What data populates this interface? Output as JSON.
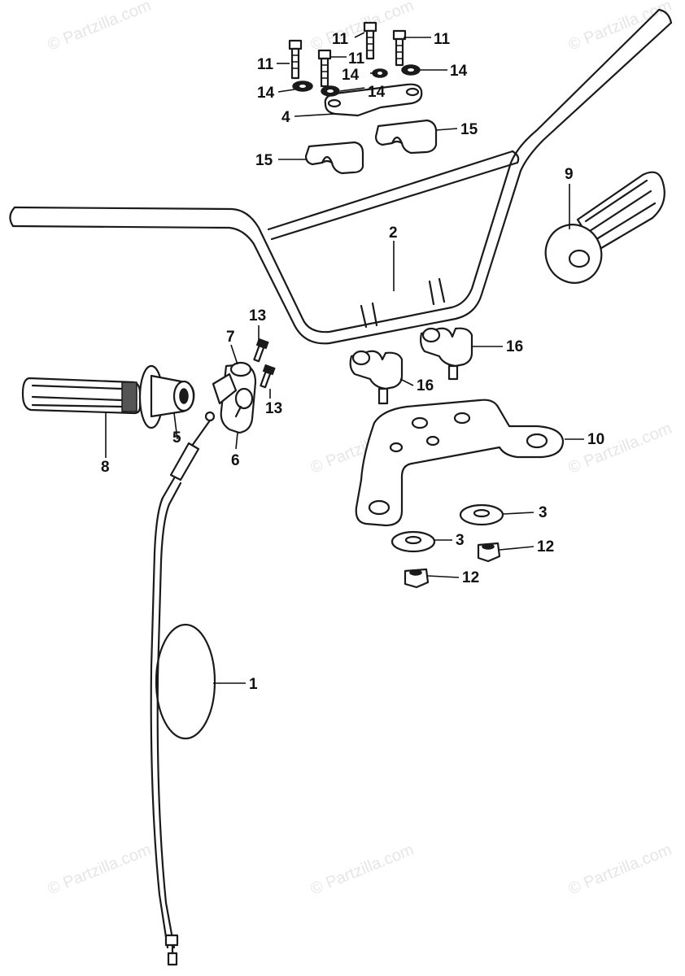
{
  "watermark_text": "© Partzilla.com",
  "callouts": {
    "c1": "1",
    "c2": "2",
    "c3a": "3",
    "c3b": "3",
    "c4": "4",
    "c5": "5",
    "c6": "6",
    "c7": "7",
    "c8": "8",
    "c9": "9",
    "c10": "10",
    "c11a": "11",
    "c11b": "11",
    "c11c": "11",
    "c11d": "11",
    "c12a": "12",
    "c12b": "12",
    "c13a": "13",
    "c13b": "13",
    "c14a": "14",
    "c14b": "14",
    "c14c": "14",
    "c14d": "14",
    "c15a": "15",
    "c15b": "15",
    "c16a": "16",
    "c16b": "16"
  }
}
